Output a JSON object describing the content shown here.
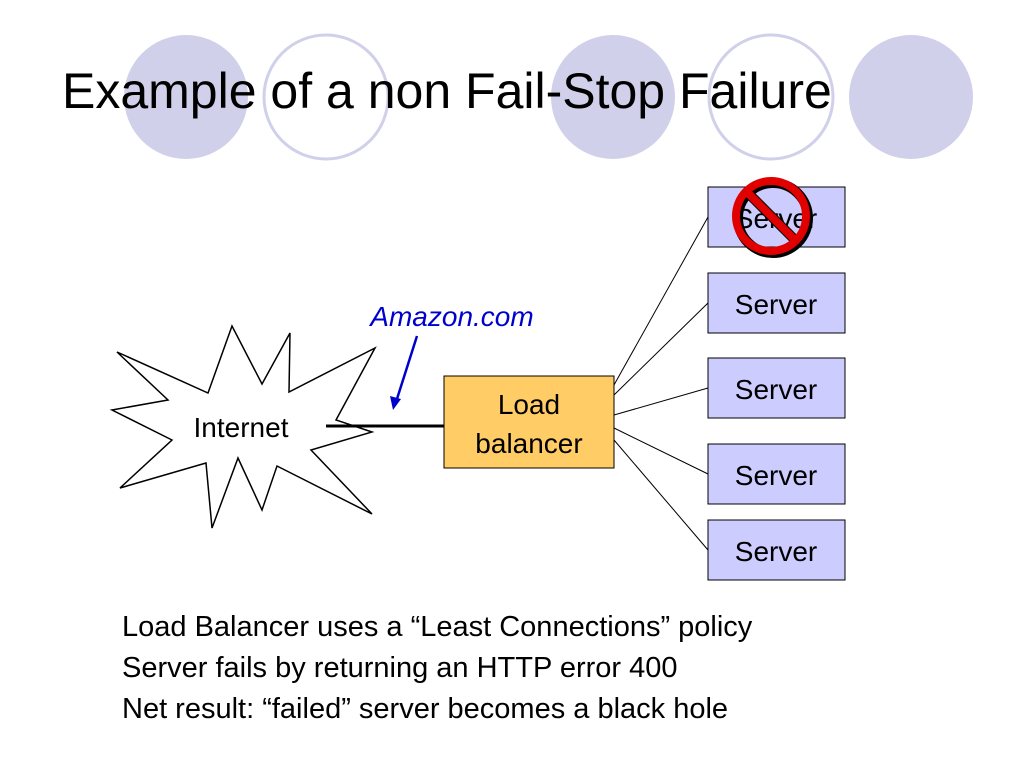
{
  "slide": {
    "title": "Example of a non Fail-Stop Failure"
  },
  "diagram": {
    "cloud_label": "Internet",
    "link_label": "Amazon.com",
    "balancer_label_line1": "Load",
    "balancer_label_line2": "balancer",
    "servers": [
      {
        "label": "Server",
        "failed": true
      },
      {
        "label": "Server",
        "failed": false
      },
      {
        "label": "Server",
        "failed": false
      },
      {
        "label": "Server",
        "failed": false
      },
      {
        "label": "Server",
        "failed": false
      }
    ],
    "colors": {
      "server_fill": "#ccccff",
      "balancer_fill": "#ffcc66",
      "link_label": "#0000cc",
      "no_sign": "#e00000",
      "decor_circle": "#d0d0ea"
    }
  },
  "bullets": [
    "Load Balancer uses a “Least Connections” policy",
    "Server fails by returning an HTTP error 400",
    "Net result: “failed” server becomes a black hole"
  ]
}
